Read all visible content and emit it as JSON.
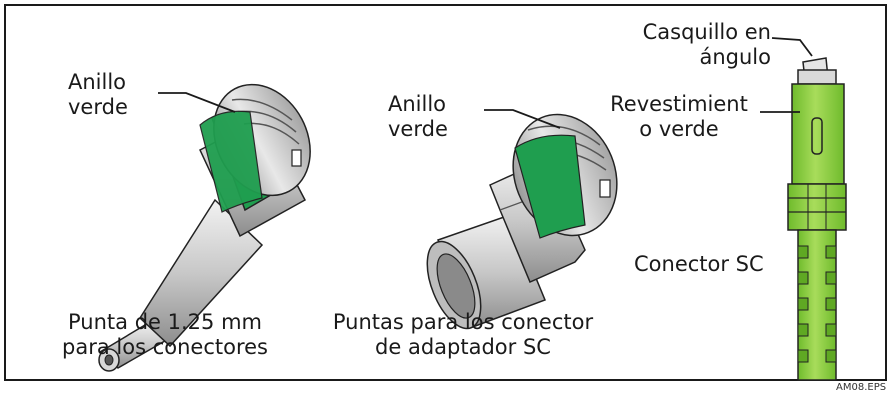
{
  "labels": {
    "green_ring_1": [
      "Anillo",
      "verde"
    ],
    "green_ring_2": [
      "Anillo",
      "verde"
    ],
    "angled_ferrule": [
      "Casquillo en",
      "ángulo"
    ],
    "green_jacket": [
      "Revestimient",
      "o verde"
    ],
    "sc_connector": "Conector SC"
  },
  "captions": {
    "tip_125": [
      "Punta de 1.25 mm",
      "para los conectores"
    ],
    "sc_adapter_tips": [
      "Puntas para los conector",
      "de adaptador SC"
    ]
  },
  "figure_id": "AM08.EPS",
  "colors": {
    "ring_green": "#1f9e4f",
    "connector_green": "#8fcf3f",
    "metal_light": "#e2e2e2",
    "metal_mid": "#bdbdbd",
    "metal_dark": "#8a8a8a",
    "outline": "#222222"
  }
}
